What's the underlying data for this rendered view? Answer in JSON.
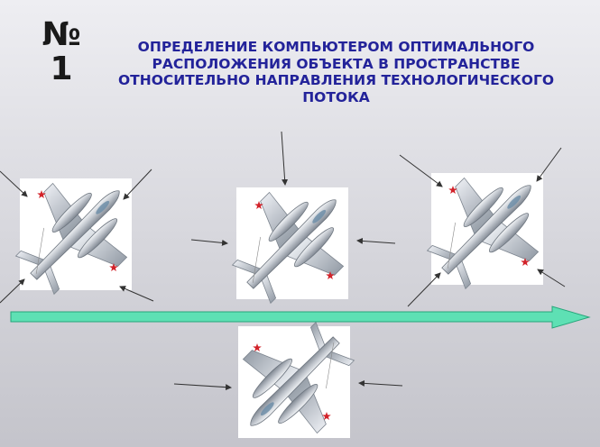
{
  "slide": {
    "number_symbol": "№",
    "number_value": "1"
  },
  "title": {
    "lines": [
      "ОПРЕДЕЛЕНИЕ КОМПЬЮТЕРОМ ОПТИМАЛЬНОГО",
      "РАСПОЛОЖЕНИЯ ОБЪЕКТА  В ПРОСТРАНСТВЕ",
      "ОТНОСИТЕЛЬНО НАПРАВЛЕНИЯ ТЕХНОЛОГИЧЕСКОГО",
      "ПОТОКА"
    ]
  },
  "colors": {
    "title": "#23239a",
    "flow_arrow": "#5ee0b4",
    "flow_arrow_outline": "#27a57a",
    "star": "#d2232a",
    "airplane_body": "#b4bac2"
  },
  "icons": [
    "airplane-icon",
    "red-star-icon",
    "flow-arrow",
    "pointer-arrow"
  ]
}
